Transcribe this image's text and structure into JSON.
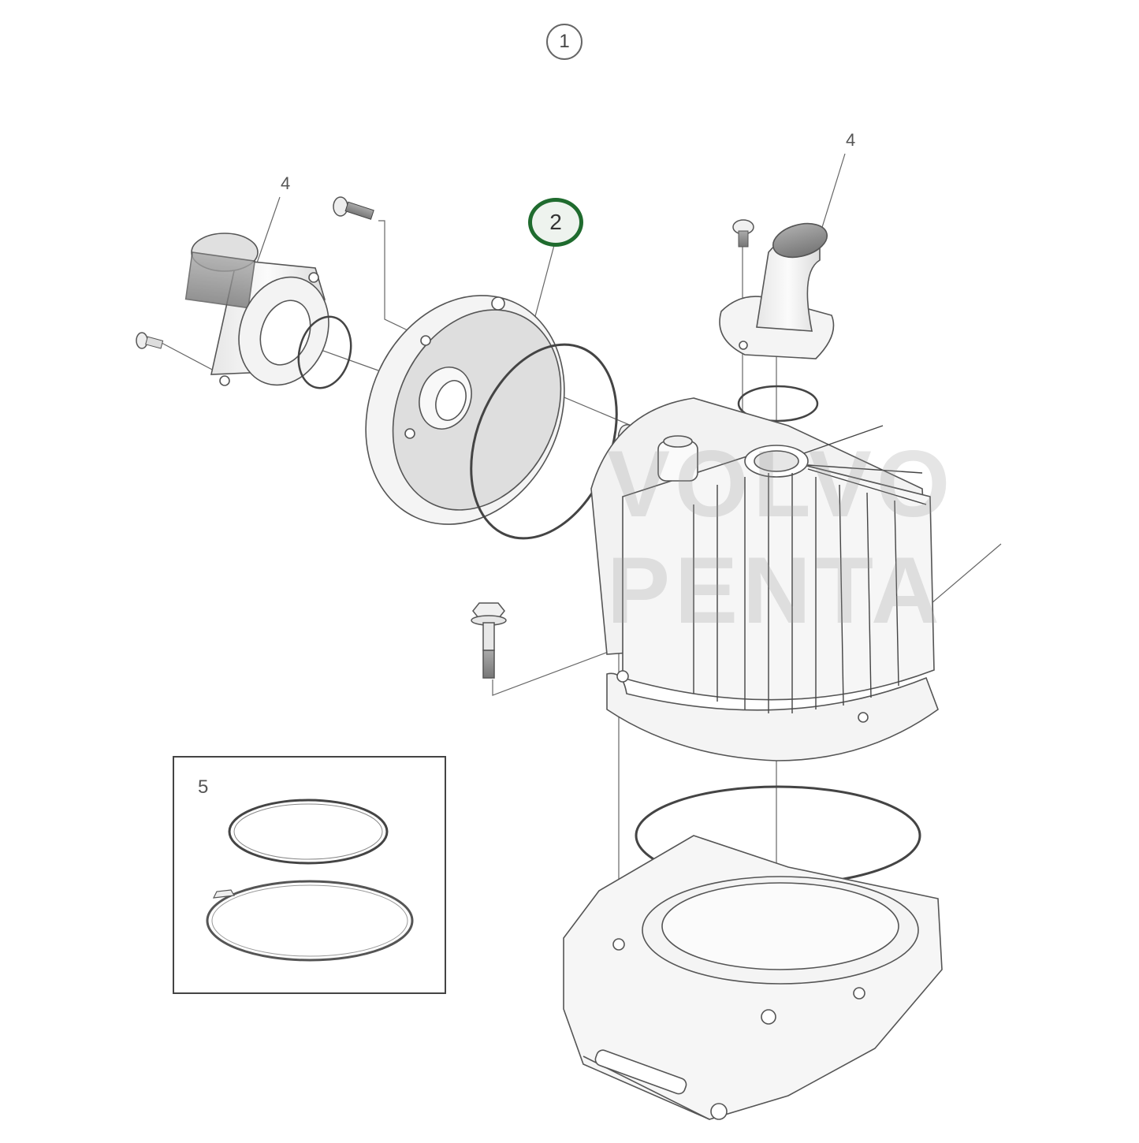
{
  "diagram": {
    "type": "exploded-parts-diagram",
    "callouts": {
      "main_assembly": "1",
      "highlighted_part": "2",
      "elbow_fitting_left": "4",
      "elbow_fitting_right": "4",
      "gasket_kit": "5"
    },
    "highlight_color": "#1f6b2e",
    "watermark": {
      "line1": "VOLVO",
      "line2": "PENTA"
    },
    "parts": [
      {
        "name": "elbow-fitting-left",
        "callout": "4"
      },
      {
        "name": "screw-left",
        "callout": ""
      },
      {
        "name": "screw-top-left",
        "callout": ""
      },
      {
        "name": "o-ring-small-left",
        "callout": ""
      },
      {
        "name": "end-cover",
        "callout": "2"
      },
      {
        "name": "o-ring-large-cover",
        "callout": ""
      },
      {
        "name": "dowel-pin",
        "callout": ""
      },
      {
        "name": "screw-top-right",
        "callout": ""
      },
      {
        "name": "elbow-fitting-right",
        "callout": "4"
      },
      {
        "name": "o-ring-top",
        "callout": ""
      },
      {
        "name": "finned-housing",
        "callout": ""
      },
      {
        "name": "flange-bolt",
        "callout": ""
      },
      {
        "name": "o-ring-base",
        "callout": ""
      },
      {
        "name": "base-bracket",
        "callout": ""
      },
      {
        "name": "gasket-kit-inset",
        "callout": "5"
      }
    ]
  }
}
